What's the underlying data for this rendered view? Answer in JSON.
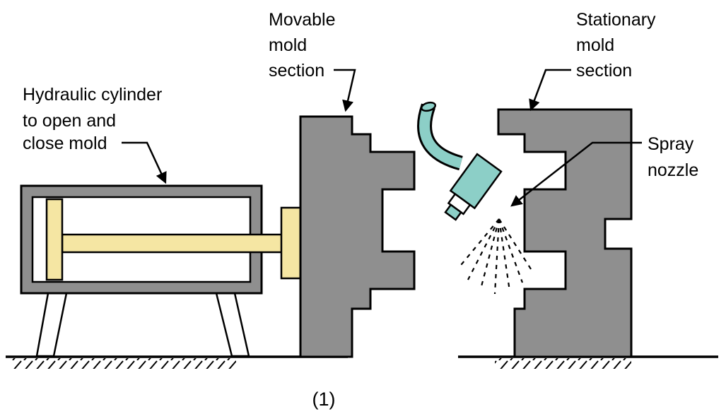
{
  "figure": {
    "caption": "(1)",
    "labels": {
      "hydraulic_cylinder": {
        "lines": [
          "Hydraulic cylinder",
          "to open and",
          "close mold"
        ]
      },
      "movable_mold": {
        "lines": [
          "Movable",
          "mold",
          "section"
        ]
      },
      "stationary_mold": {
        "lines": [
          "Stationary",
          "mold",
          "section"
        ]
      },
      "spray_nozzle": {
        "lines": [
          "Spray",
          "nozzle"
        ]
      }
    },
    "colors": {
      "mold_gray": "#8f8f8f",
      "piston_yellow": "#f5e6a3",
      "nozzle_teal": "#8ccfc7",
      "outline_black": "#000000",
      "background_white": "#ffffff"
    }
  }
}
